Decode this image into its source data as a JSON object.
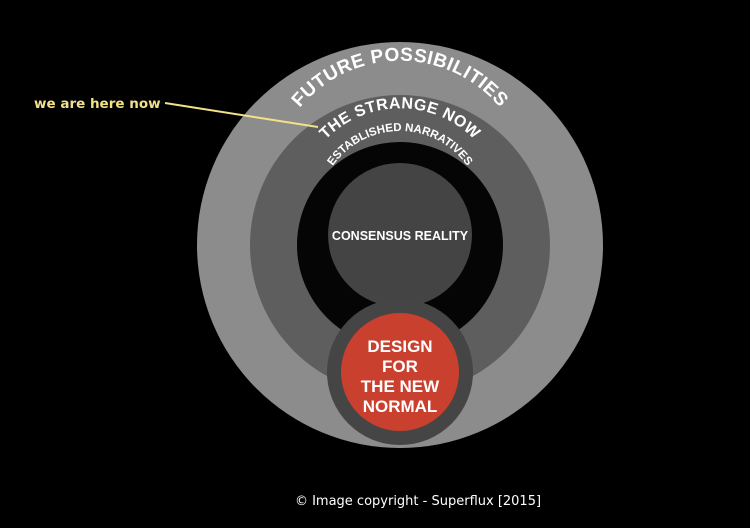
{
  "diagram": {
    "rings": [
      {
        "label": "FUTURE POSSIBILITIES",
        "color": "#8c8c8c"
      },
      {
        "label": "THE STRANGE NOW",
        "color": "#5e5e5e"
      },
      {
        "label": "ESTABLISHED NARRATIVES",
        "color": "#050505"
      },
      {
        "label": "CONSENSUS REALITY",
        "color": "#444444"
      }
    ],
    "design_circle": {
      "lines": [
        "DESIGN",
        "FOR",
        "THE NEW",
        "NORMAL"
      ],
      "fill_color": "#c9402f",
      "border_color": "#454545"
    },
    "pointer": {
      "label": "we are here now",
      "color": "#f2e08a"
    },
    "copyright": "© Image copyright - Superflux [2015]"
  }
}
